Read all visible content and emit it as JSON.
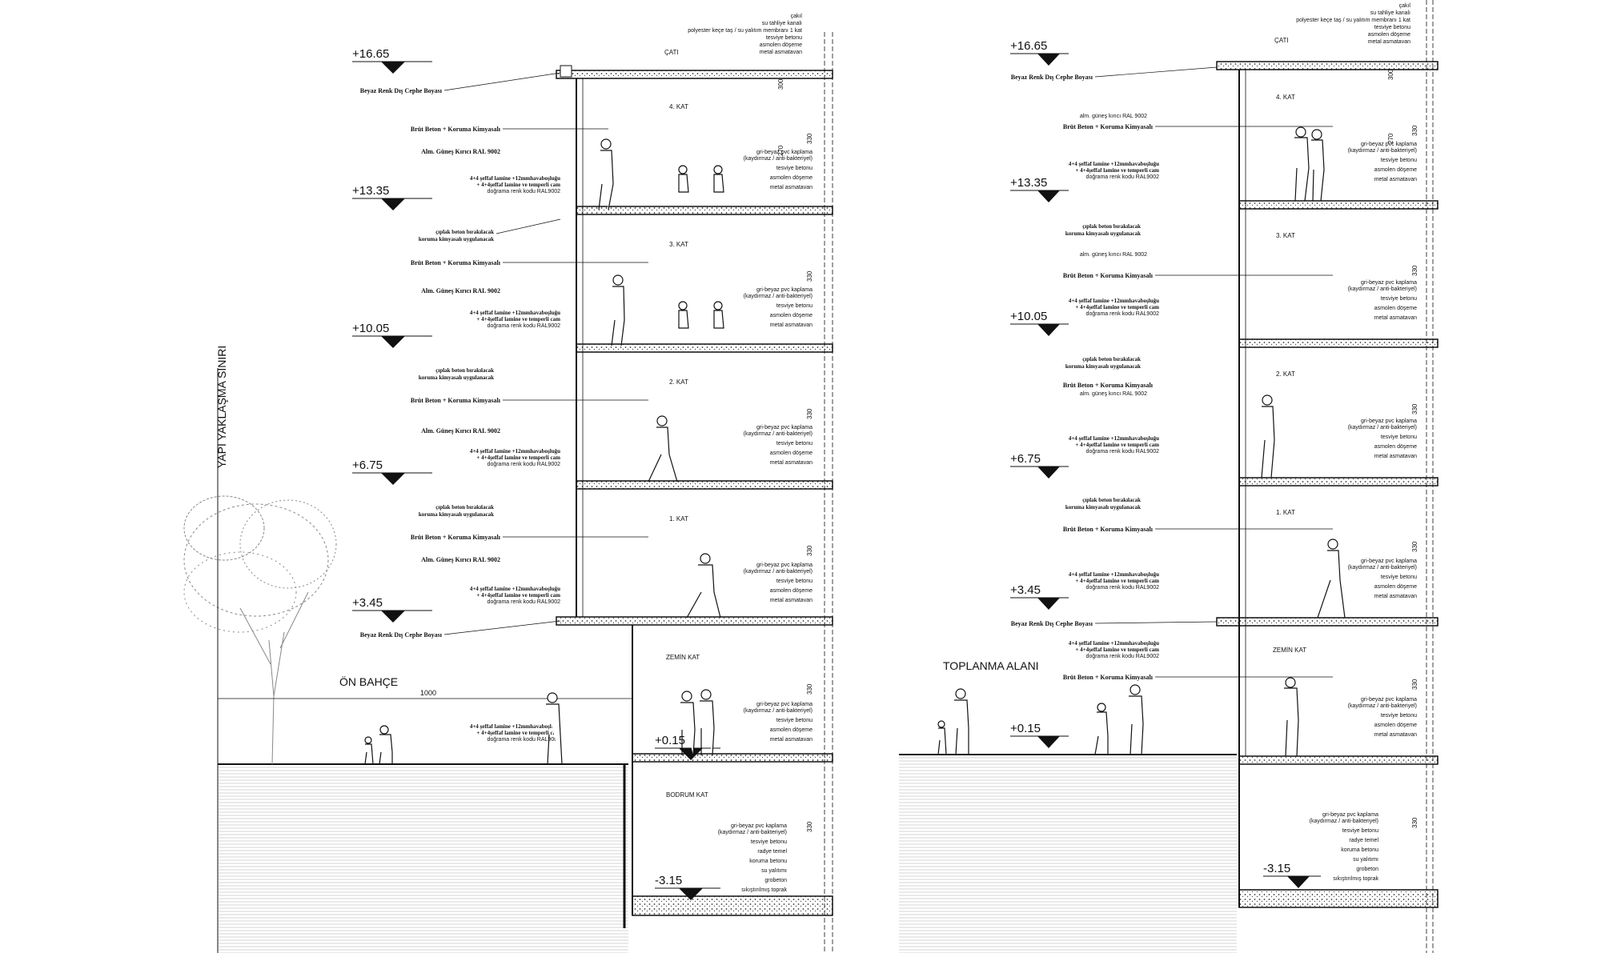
{
  "left_section": {
    "levels": [
      "+16.65",
      "+13.35",
      "+10.05",
      "+6.75",
      "+3.45",
      "+0.15",
      "-3.15"
    ],
    "floor_names": [
      "ÇATI",
      "4. KAT",
      "3. KAT",
      "2. KAT",
      "1. KAT",
      "ZEMİN KAT",
      "BODRUM KAT"
    ],
    "setback_label": "YAPI YAKLAŞMA SINIRI",
    "garden_label": "ÖN BAHÇE",
    "garden_dimension": "1000",
    "roof_layers": [
      "çakıl",
      "su tahliye kanalı",
      "polyester keçe taş / su yalıtım membranı 1 kat",
      "tesviye betonu",
      "asmolen döşeme",
      "metal asmatavan"
    ],
    "floor_layers": [
      "gri-beyaz pvc kaplama",
      "(kaydırmaz / anti-bakteriyel)",
      "tesviye betonu",
      "asmolen döşeme",
      "metal asmatavan"
    ],
    "basement_layers": [
      "gri-beyaz pvc kaplama",
      "(kaydırmaz / anti-bakteriyel)",
      "tesviye betonu",
      "radye temel",
      "koruma betonu",
      "su yalıtımı",
      "grobeton",
      "sıkıştırılmış toprak"
    ],
    "dims": [
      "300",
      "330",
      "270"
    ],
    "notes": {
      "paint": "Beyaz Renk Dış Cephe Boyası",
      "concrete": "Brüt Beton + Koruma Kimyasalı",
      "louver": "Alm. Güneş Kırıcı RAL 9002",
      "glass1": "4+4 şeffaf lamine +12mmhavaboşluğu",
      "glass2": "+ 4+4şeffaf lamine ve temperli cam",
      "glass3": "doğrama renk kodu RAL9002",
      "exposed1": "çıplak beton bırakılacak",
      "exposed2": "koruma kimyasalı uygulanacak"
    }
  },
  "right_section": {
    "levels": [
      "+16.65",
      "+13.35",
      "+10.05",
      "+6.75",
      "+3.45",
      "+0.15",
      "-3.15"
    ],
    "floor_names": [
      "ÇATI",
      "4. KAT",
      "3. KAT",
      "2. KAT",
      "1. KAT",
      "ZEMİN KAT"
    ],
    "assembly_label": "TOPLANMA ALANI",
    "notes": {
      "paint": "Beyaz Renk Dış Cephe Boyası",
      "louver": "alm. güneş kırıcı RAL 9002",
      "concrete": "Brüt Beton + Koruma Kimyasalı",
      "glass1": "4+4 şeffaf lamine +12mmhavaboşluğu",
      "glass2": "+ 4+4şeffaf lamine ve temperli cam",
      "glass3": "doğrama renk kodu RAL9002",
      "exposed1": "çıplak beton bırakılacak",
      "exposed2": "koruma kimyasalı uygulanacak"
    }
  }
}
